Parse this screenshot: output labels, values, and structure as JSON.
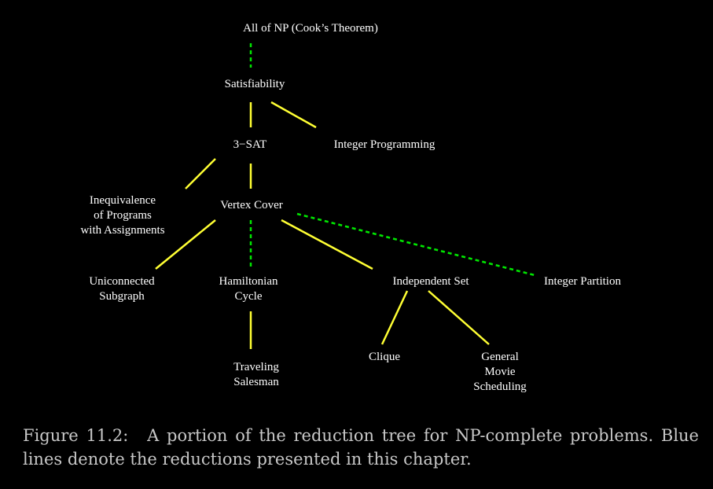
{
  "diagram": {
    "nodes": {
      "all_np": [
        "All of NP  (Cook’s Theorem)"
      ],
      "satisfiability": [
        "Satisfiability"
      ],
      "three_sat": [
        "3−SAT"
      ],
      "integer_programming": [
        "Integer Programming"
      ],
      "inequivalence": [
        "Inequivalence",
        "of Programs",
        "with Assignments"
      ],
      "vertex_cover": [
        "Vertex Cover"
      ],
      "uniconnected": [
        "Uniconnected",
        "Subgraph"
      ],
      "hamiltonian": [
        "Hamiltonian",
        "Cycle"
      ],
      "independent_set": [
        "Independent Set"
      ],
      "integer_partition": [
        "Integer Partition"
      ],
      "traveling": [
        "Traveling",
        "Salesman"
      ],
      "clique": [
        "Clique"
      ],
      "general_movie": [
        "General",
        "Movie",
        "Scheduling"
      ]
    },
    "edges": [
      {
        "from": "all_np",
        "to": "satisfiability",
        "style": "dashed"
      },
      {
        "from": "satisfiability",
        "to": "three_sat",
        "style": "solid"
      },
      {
        "from": "satisfiability",
        "to": "integer_programming",
        "style": "solid"
      },
      {
        "from": "three_sat",
        "to": "inequivalence",
        "style": "solid"
      },
      {
        "from": "three_sat",
        "to": "vertex_cover",
        "style": "solid"
      },
      {
        "from": "vertex_cover",
        "to": "uniconnected",
        "style": "solid"
      },
      {
        "from": "vertex_cover",
        "to": "hamiltonian",
        "style": "dashed"
      },
      {
        "from": "vertex_cover",
        "to": "independent_set",
        "style": "solid"
      },
      {
        "from": "vertex_cover",
        "to": "integer_partition",
        "style": "dashed"
      },
      {
        "from": "hamiltonian",
        "to": "traveling",
        "style": "solid"
      },
      {
        "from": "independent_set",
        "to": "clique",
        "style": "solid"
      },
      {
        "from": "independent_set",
        "to": "general_movie",
        "style": "solid"
      }
    ],
    "colors": {
      "background": "#000000",
      "text": "#ffffff",
      "solid_edge": "#ffff33",
      "dashed_edge": "#00e600",
      "caption_text": "#c8c8c8"
    }
  },
  "caption": {
    "label": "Figure 11.2:",
    "text": "A portion of the reduction tree for NP-complete problems. Blue lines denote the reductions presented in this chapter."
  }
}
